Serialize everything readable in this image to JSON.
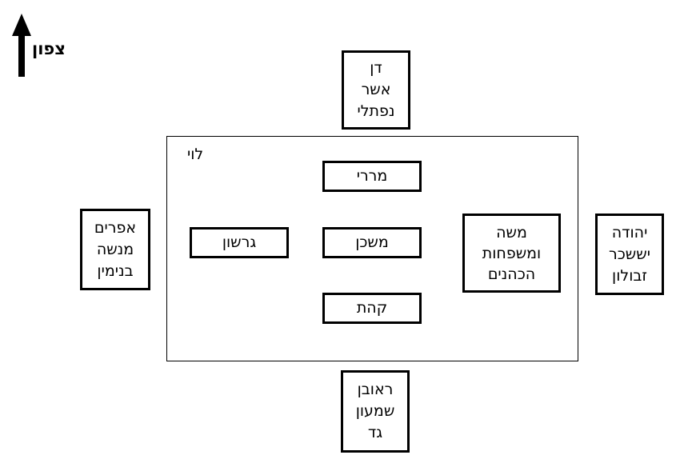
{
  "compass": {
    "direction_label": "צפון"
  },
  "camps": {
    "north": {
      "lines": [
        "דן",
        "אשר",
        "נפתלי"
      ]
    },
    "west": {
      "lines": [
        "אפרים",
        "מנשה",
        "בנימין"
      ]
    },
    "east": {
      "lines": [
        "יהודה",
        "יששכר",
        "זבולון"
      ]
    },
    "south": {
      "lines": [
        "ראובן",
        "שמעון",
        "גד"
      ]
    }
  },
  "levite_camp": {
    "label": "לוי",
    "north_box": "מררי",
    "west_box": "גרשון",
    "center_box": "משכן",
    "south_box": "קהת",
    "east_box": {
      "lines": [
        "משה",
        "ומשפחות",
        "הכהנים"
      ]
    }
  },
  "colors": {
    "border": "#000000",
    "background": "#ffffff",
    "text": "#000000"
  }
}
